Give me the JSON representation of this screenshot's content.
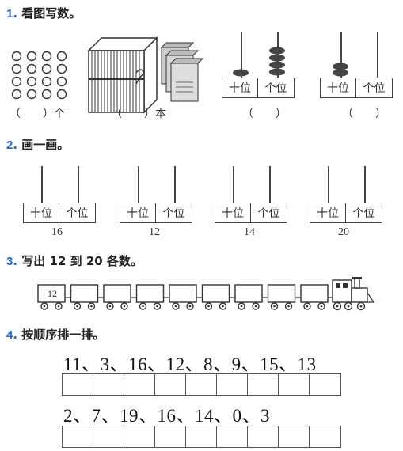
{
  "q1": {
    "num": "1",
    "dot": ".",
    "title": "看图写数。",
    "blank_ge": "（　　）个",
    "blank_ben": "（　　）本",
    "blank3": "（　　）",
    "blank4": "（　　）",
    "place_tens": "十位",
    "place_ones": "个位"
  },
  "q2": {
    "num": "2",
    "dot": ".",
    "title": "画一画。",
    "abaci": [
      {
        "value": "16"
      },
      {
        "value": "12"
      },
      {
        "value": "14"
      },
      {
        "value": "20"
      }
    ]
  },
  "q3": {
    "num": "3",
    "dot": ".",
    "title": "写出 12 到 20 各数。",
    "first_car": "12"
  },
  "q4": {
    "num": "4",
    "dot": ".",
    "title": "按顺序排一排。",
    "seq1": "11、3、16、12、8、9、15、13",
    "seq2": "2、7、19、16、14、0、3"
  }
}
